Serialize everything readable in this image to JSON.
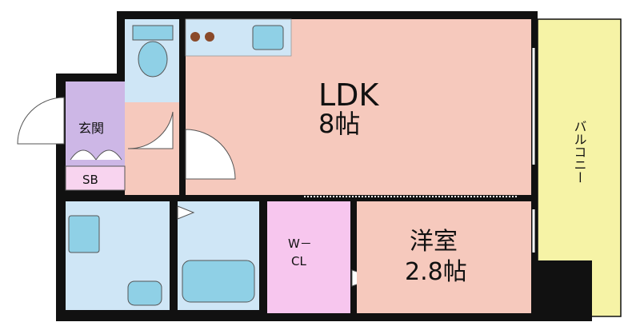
{
  "rooms": {
    "ldk": {
      "name": "LDK",
      "size": "8帖"
    },
    "western": {
      "name": "洋室",
      "size": "2.8帖"
    },
    "wcl": {
      "line1": "W－",
      "line2": "CL"
    },
    "entrance": {
      "name": "玄関"
    },
    "shoe_box": {
      "name": "SB"
    },
    "balcony": {
      "name": "バルコニー"
    }
  },
  "colors": {
    "ldk": "#f6c9bd",
    "western": "#f6c9bd",
    "wet_area": "#cfe6f6",
    "entrance": "#cdb7e6",
    "closet": "#f7c6ee",
    "shoe_box": "#f8d4ef",
    "balcony": "#f6f3a6",
    "wall": "#111111",
    "fixture": "#8fd0e6"
  }
}
